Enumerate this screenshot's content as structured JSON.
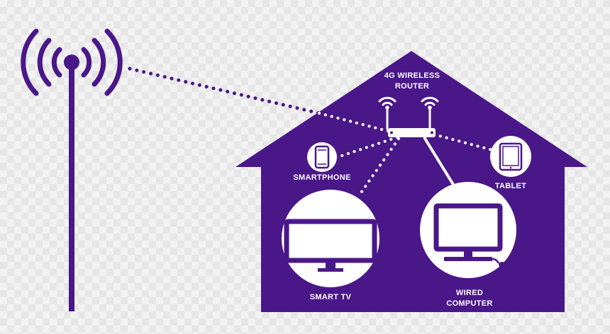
{
  "colors": {
    "purple": "#4a1789",
    "white": "#ffffff"
  },
  "labels": {
    "router_line1": "4G WIRELESS",
    "router_line2": "ROUTER",
    "smartphone": "SMARTPHONE",
    "tablet": "TABLET",
    "smart_tv": "SMART TV",
    "wired_line1": "WIRED",
    "wired_line2": "COMPUTER"
  },
  "icons": {
    "tower": "cell-tower-icon",
    "router": "router-icon",
    "smartphone": "smartphone-icon",
    "tablet": "tablet-icon",
    "tv": "tv-icon",
    "computer": "computer-icon"
  }
}
